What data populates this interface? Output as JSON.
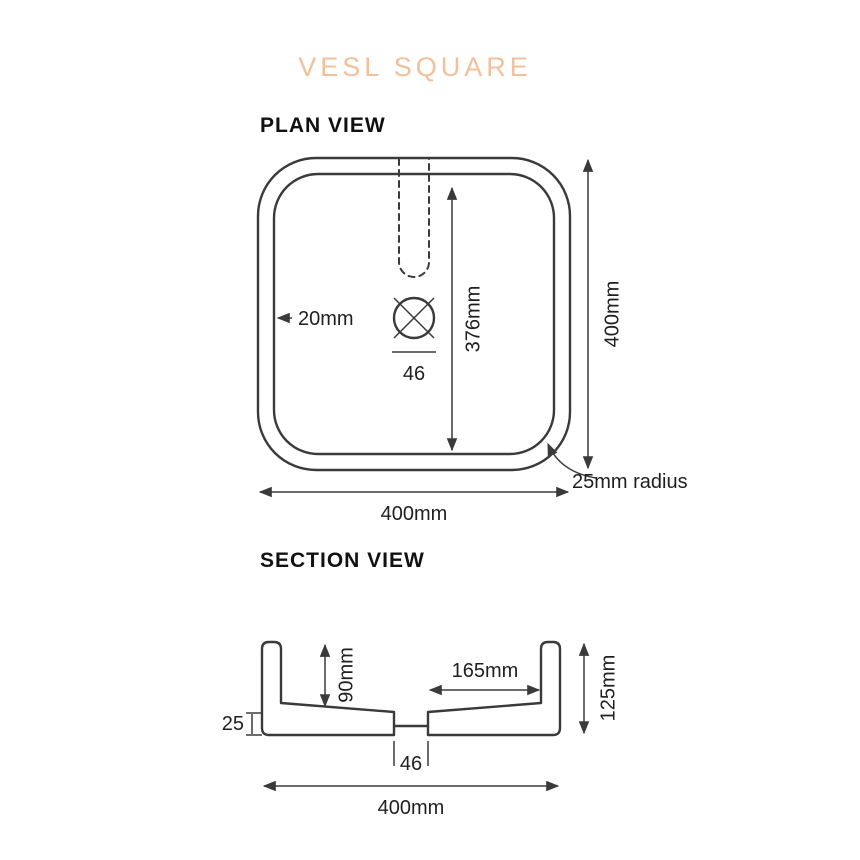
{
  "title": "VESL SQUARE",
  "colors": {
    "accent": "#f2c09a",
    "line": "#3a3a3a",
    "text": "#222222"
  },
  "plan_view": {
    "heading": "PLAN VIEW",
    "dimensions": {
      "wall_thickness": "20mm",
      "inner_width": "376mm",
      "drain_width": "46",
      "overall_height": "400mm",
      "overall_width": "400mm",
      "corner_radius": "25mm radius"
    }
  },
  "section_view": {
    "heading": "SECTION VIEW",
    "dimensions": {
      "bowl_depth": "90mm",
      "base_inset": "165mm",
      "overall_height": "125mm",
      "base_thickness": "25",
      "drain_width": "46",
      "overall_width": "400mm"
    }
  }
}
